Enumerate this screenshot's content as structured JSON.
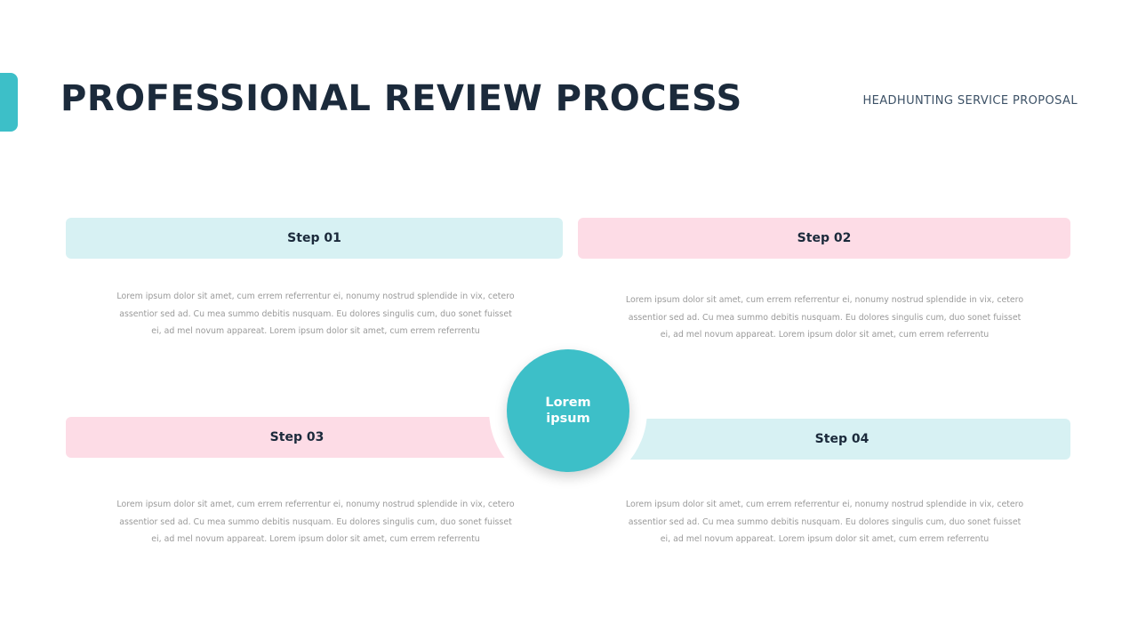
{
  "header": {
    "title": "PROFESSIONAL REVIEW PROCESS",
    "subtitle": "HEADHUNTING SERVICE  PROPOSAL"
  },
  "colors": {
    "accent": "#3dbfc8",
    "teal_light": "#d7f1f3",
    "pink_light": "#fddce6",
    "title": "#1b2a3b",
    "body_text": "#9a9a9a"
  },
  "hub": {
    "label": "Lorem ipsum"
  },
  "steps": [
    {
      "label": "Step 01",
      "color": "teal",
      "description": "Lorem ipsum dolor sit amet, cum errem referrentur ei, nonumy nostrud splendide in vix, cetero assentior sed ad. Cu mea summo debitis nusquam. Eu dolores singulis cum, duo sonet fuisset ei, ad mel novum appareat. Lorem ipsum dolor sit amet, cum errem referrentu"
    },
    {
      "label": "Step 02",
      "color": "pink",
      "description": "Lorem ipsum dolor sit amet, cum errem referrentur ei, nonumy nostrud splendide in vix, cetero assentior sed ad. Cu mea summo debitis nusquam. Eu dolores singulis cum, duo sonet fuisset ei, ad mel novum appareat. Lorem ipsum dolor sit amet, cum errem referrentu"
    },
    {
      "label": "Step 03",
      "color": "pink",
      "description": "Lorem ipsum dolor sit amet, cum errem referrentur ei, nonumy nostrud splendide in vix, cetero assentior sed ad. Cu mea summo debitis nusquam. Eu dolores singulis cum, duo sonet fuisset ei, ad mel novum appareat. Lorem ipsum dolor sit amet, cum errem referrentu"
    },
    {
      "label": "Step 04",
      "color": "teal",
      "description": "Lorem ipsum dolor sit amet, cum errem referrentur ei, nonumy nostrud splendide in vix, cetero assentior sed ad. Cu mea summo debitis nusquam. Eu dolores singulis cum, duo sonet fuisset ei, ad mel novum appareat. Lorem ipsum dolor sit amet, cum errem referrentu"
    }
  ]
}
